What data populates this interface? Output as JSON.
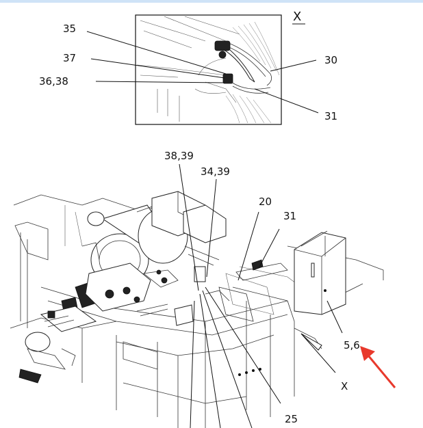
{
  "diagram": {
    "detail_view_label": "X",
    "detail_labels": {
      "l35": "35",
      "l37": "37",
      "l36_38": "36,38",
      "l30": "30",
      "l31": "31"
    },
    "main_labels": {
      "l38_39": "38,39",
      "l34_39": "34,39",
      "l20": "20",
      "l31": "31",
      "l5_6": "5,6",
      "lX": "X",
      "l25": "25"
    },
    "colors": {
      "line": "#111111",
      "highlight_arrow": "#e8392c",
      "top_bar": "#cfe3f7"
    }
  }
}
